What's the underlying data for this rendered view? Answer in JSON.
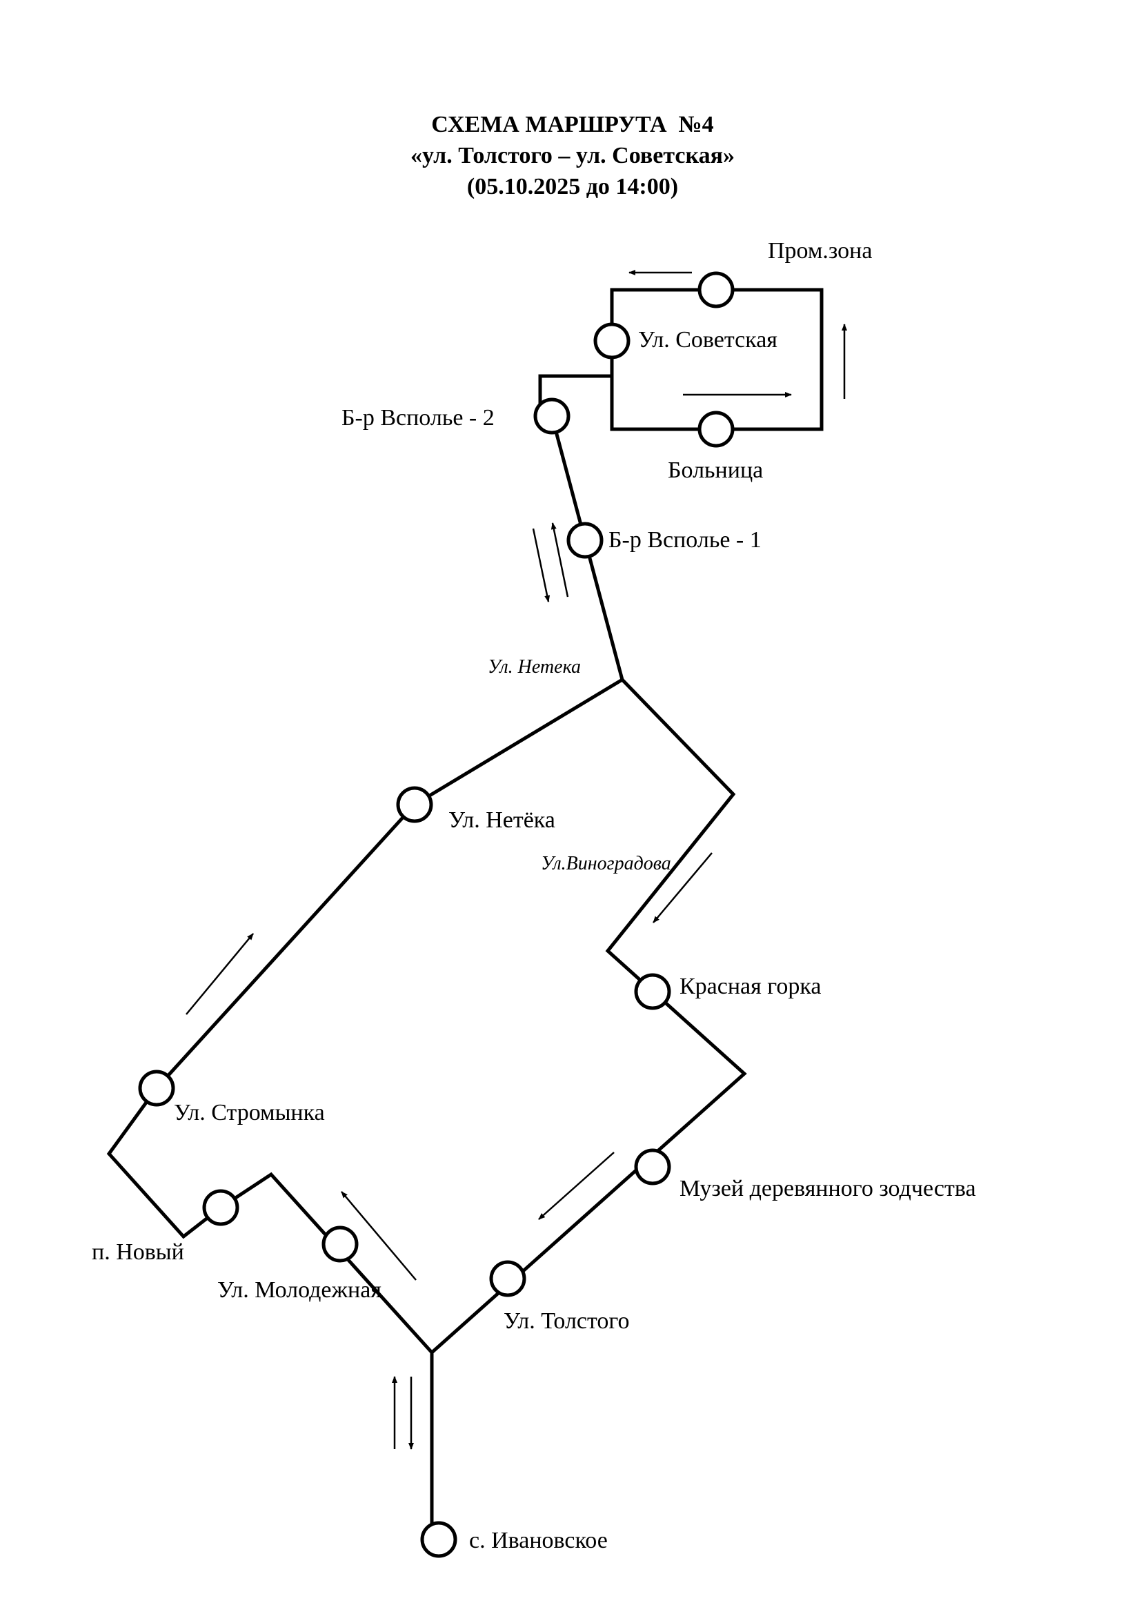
{
  "title": {
    "line1": "СХЕМА МАРШРУТА  №4",
    "line2": "«ул. Толстого – ул. Советская»",
    "line3": "(05.10.2025 до 14:00)"
  },
  "stops": {
    "promzona": "Пром.зона",
    "sovetskaya": "Ул. Советская",
    "bolnitsa": "Больница",
    "vspolie2": "Б-р Всполье - 2",
    "vspolie1": "Б-р Всполье - 1",
    "netyoka": "Ул. Нетёка",
    "krasnaya_gorka": "Красная горка",
    "stromynka": "Ул. Стромынка",
    "muzey": "Музей деревянного зодчества",
    "novy": "п. Новый",
    "molodezhnaya": "Ул. Молодежная",
    "tolstogo": "Ул. Толстого",
    "ivanovskoe": "с. Ивановское"
  },
  "streets": {
    "neteka": "Ул. Нетека",
    "vinogradova": "Ул.Виноградова"
  }
}
